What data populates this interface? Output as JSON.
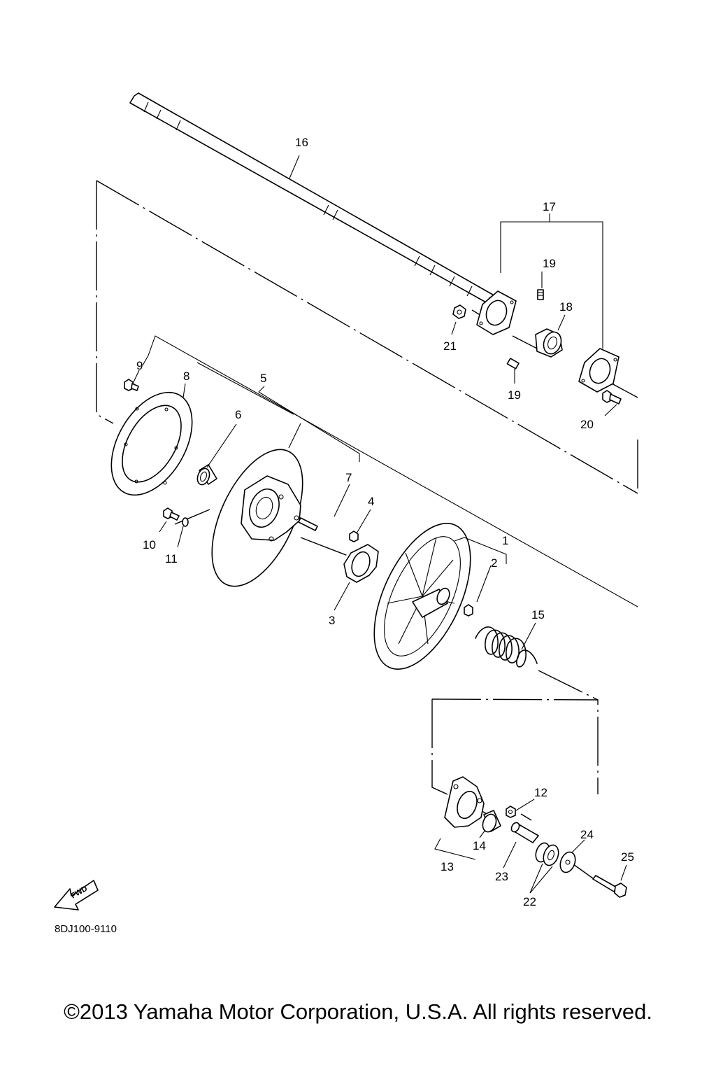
{
  "diagram": {
    "labels": {
      "p1": "1",
      "p2": "2",
      "p3": "3",
      "p4": "4",
      "p5": "5",
      "p6": "6",
      "p7": "7",
      "p8": "8",
      "p9": "9",
      "p10": "10",
      "p11": "11",
      "p12": "12",
      "p13": "13",
      "p14": "14",
      "p15": "15",
      "p16": "16",
      "p17": "17",
      "p18": "18",
      "p19a": "19",
      "p19b": "19",
      "p20": "20",
      "p21": "21",
      "p22": "22",
      "p23": "23",
      "p24": "24",
      "p25": "25"
    },
    "fwd_label": "FWD",
    "ref_code": "8DJ100-9110",
    "copyright": "©2013 Yamaha Motor Corporation, U.S.A. All rights reserved."
  }
}
